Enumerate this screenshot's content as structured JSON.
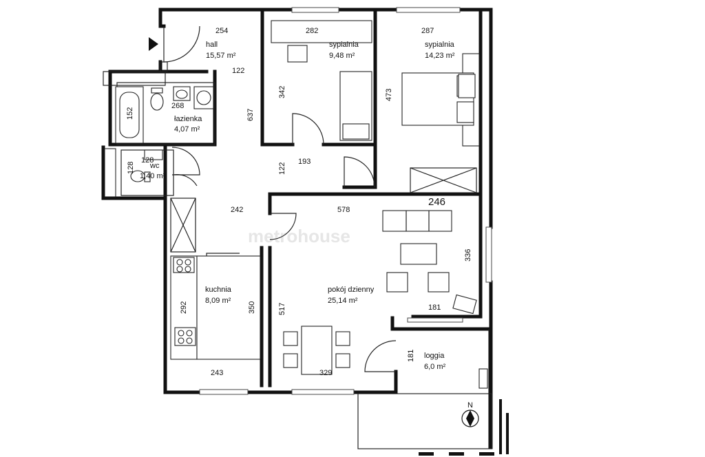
{
  "watermark": "metrohouse",
  "rooms": {
    "hall": {
      "name": "hall",
      "area": "15,57 m²"
    },
    "bathroom": {
      "name": "łazienka",
      "area": "4,07 m²"
    },
    "wc": {
      "name": "wc",
      "area": "1,40 m²"
    },
    "bedroom1": {
      "name": "sypialnia",
      "area": "9,48 m²"
    },
    "bedroom2": {
      "name": "sypialnia",
      "area": "14,23 m²"
    },
    "kitchen": {
      "name": "kuchnia",
      "area": "8,09 m²"
    },
    "living": {
      "name": "pokój dzienny",
      "area": "25,14 m²"
    },
    "loggia": {
      "name": "loggia",
      "area": "6,0 m²"
    }
  },
  "dimensions": {
    "d254": "254",
    "d122a": "122",
    "d637": "637",
    "d268": "268",
    "d152": "152",
    "d128a": "128",
    "d128b": "128",
    "d282": "282",
    "d342": "342",
    "d287": "287",
    "d473": "473",
    "d193": "193",
    "d122b": "122",
    "d242": "242",
    "d578": "578",
    "d246": "246",
    "d336": "336",
    "d181a": "181",
    "d517": "517",
    "d350": "350",
    "d292": "292",
    "d243": "243",
    "d329": "329",
    "d181b": "181"
  },
  "compass": {
    "north": "N"
  }
}
